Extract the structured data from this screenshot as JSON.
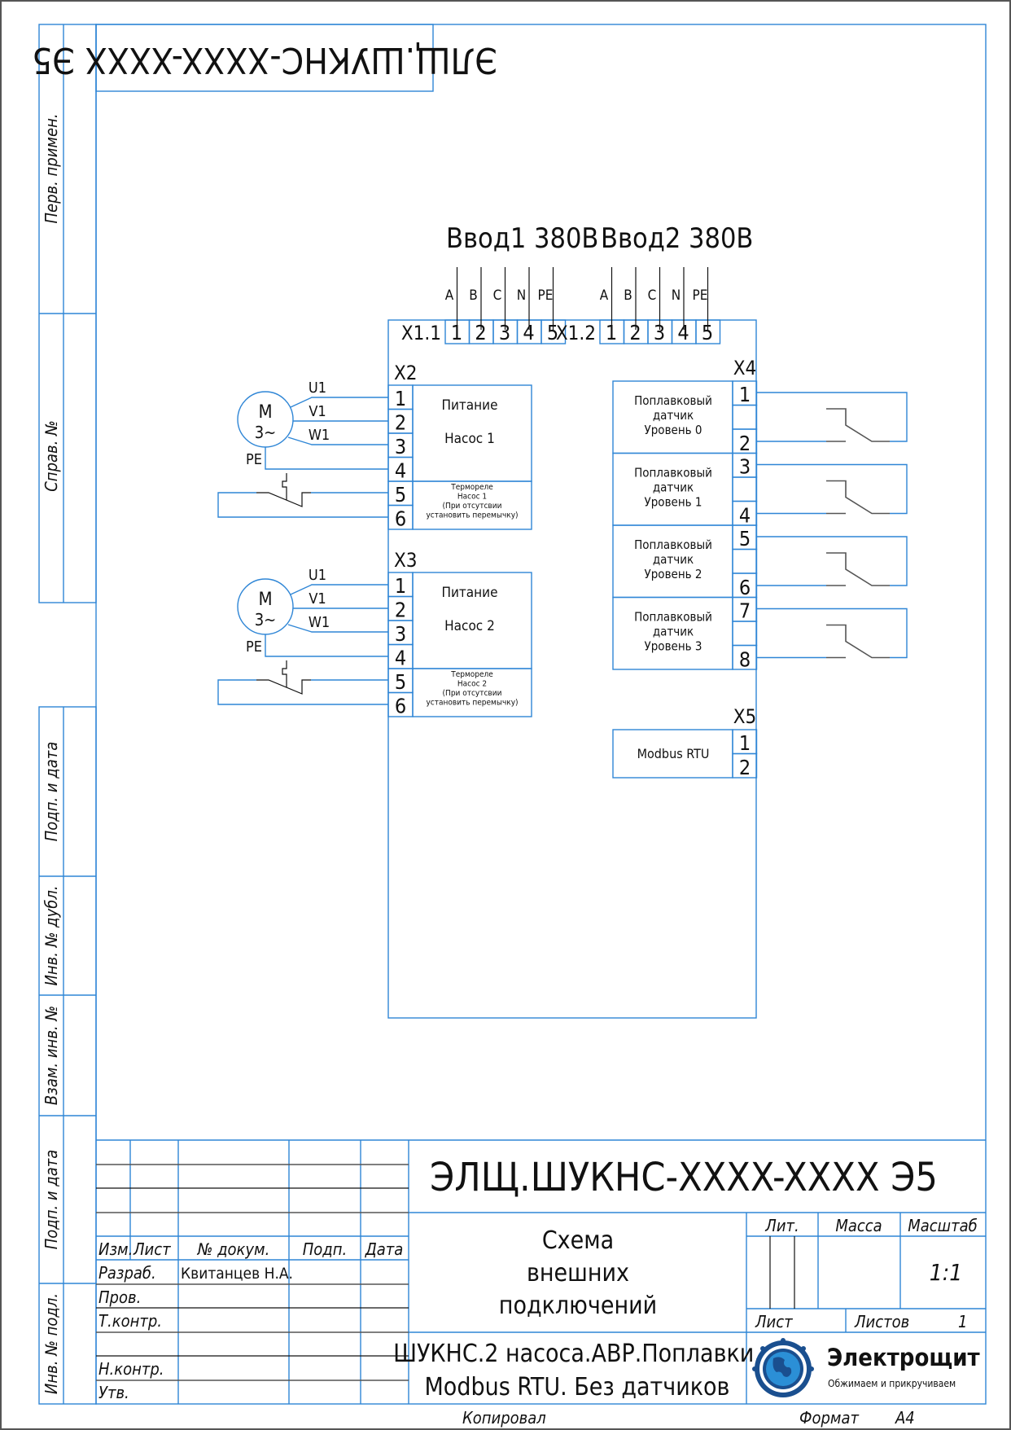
{
  "document": {
    "code": "ЭЛЩ.ШУКНС-XXXX-XXXX Э5",
    "code_mirrored": "ЭЛЩ.ШУКНС-XXXX-XXXX Э5",
    "title_lines": [
      "Схема",
      "внешних",
      "подключений"
    ],
    "product_lines": [
      "ШУКНС.2 насоса.АВР.Поплавки.",
      "Modbus RTU. Без датчиков"
    ],
    "copied_label": "Копировал",
    "format_label": "Формат",
    "format_value": "А4"
  },
  "side_stamp": [
    "Перв. примен.",
    "Справ. №",
    "Подп. и дата",
    "Инв. № дубл.",
    "Взам. инв. №",
    "Подп. и дата",
    "Инв. № подл."
  ],
  "inputs": [
    {
      "label": "Ввод1 380В",
      "terminal": "X1.1",
      "phases": [
        "A",
        "B",
        "C",
        "N",
        "PE"
      ],
      "pins": [
        "1",
        "2",
        "3",
        "4",
        "5"
      ]
    },
    {
      "label": "Ввод2 380В",
      "terminal": "X1.2",
      "phases": [
        "A",
        "B",
        "C",
        "N",
        "PE"
      ],
      "pins": [
        "1",
        "2",
        "3",
        "4",
        "5"
      ]
    }
  ],
  "pumps": [
    {
      "terminal": "X2",
      "motor": [
        "M",
        "3~"
      ],
      "wires": [
        "U1",
        "V1",
        "W1",
        "PE"
      ],
      "pins": [
        "1",
        "2",
        "3",
        "4",
        "5",
        "6"
      ],
      "power_label": [
        "Питание",
        "Насос 1"
      ],
      "thermo_label": [
        "Термореле",
        "Насос 1",
        "(При отсутсвии",
        "установить перемычку)"
      ]
    },
    {
      "terminal": "X3",
      "motor": [
        "M",
        "3~"
      ],
      "wires": [
        "U1",
        "V1",
        "W1",
        "PE"
      ],
      "pins": [
        "1",
        "2",
        "3",
        "4",
        "5",
        "6"
      ],
      "power_label": [
        "Питание",
        "Насос 2"
      ],
      "thermo_label": [
        "Термореле",
        "Насос 2",
        "(При отсутсвии",
        "установить перемычку)"
      ]
    }
  ],
  "floats": {
    "terminal": "X4",
    "items": [
      {
        "label": [
          "Поплавковый",
          "датчик",
          "Уровень 0"
        ],
        "pins": [
          "1",
          "2"
        ]
      },
      {
        "label": [
          "Поплавковый",
          "датчик",
          "Уровень 1"
        ],
        "pins": [
          "3",
          "4"
        ]
      },
      {
        "label": [
          "Поплавковый",
          "датчик",
          "Уровень 2"
        ],
        "pins": [
          "5",
          "6"
        ]
      },
      {
        "label": [
          "Поплавковый",
          "датчик",
          "Уровень 3"
        ],
        "pins": [
          "7",
          "8"
        ]
      }
    ]
  },
  "modbus": {
    "terminal": "X5",
    "label": "Modbus RTU",
    "pins": [
      "1",
      "2"
    ]
  },
  "stamp": {
    "headers": [
      "Изм.",
      "Лист",
      "№ докум.",
      "Подп.",
      "Дата"
    ],
    "roles": [
      "Разраб.",
      "Пров.",
      "Т.контр.",
      "",
      "Н.контр.",
      "Утв."
    ],
    "developer": "Квитанцев Н.А.",
    "lit_label": "Лит.",
    "mass_label": "Масса",
    "scale_label": "Масштаб",
    "scale_value": "1:1",
    "sheet_label": "Лист",
    "sheets_label": "Листов",
    "sheets_value": "1"
  },
  "logo": {
    "name": "Электрощит",
    "slogan": "Обжимаем и прикручиваем",
    "color": "#1a4f8f",
    "accent": "#2b8fd6"
  },
  "colors": {
    "frame": "#2f86d6",
    "ink": "#111111"
  }
}
